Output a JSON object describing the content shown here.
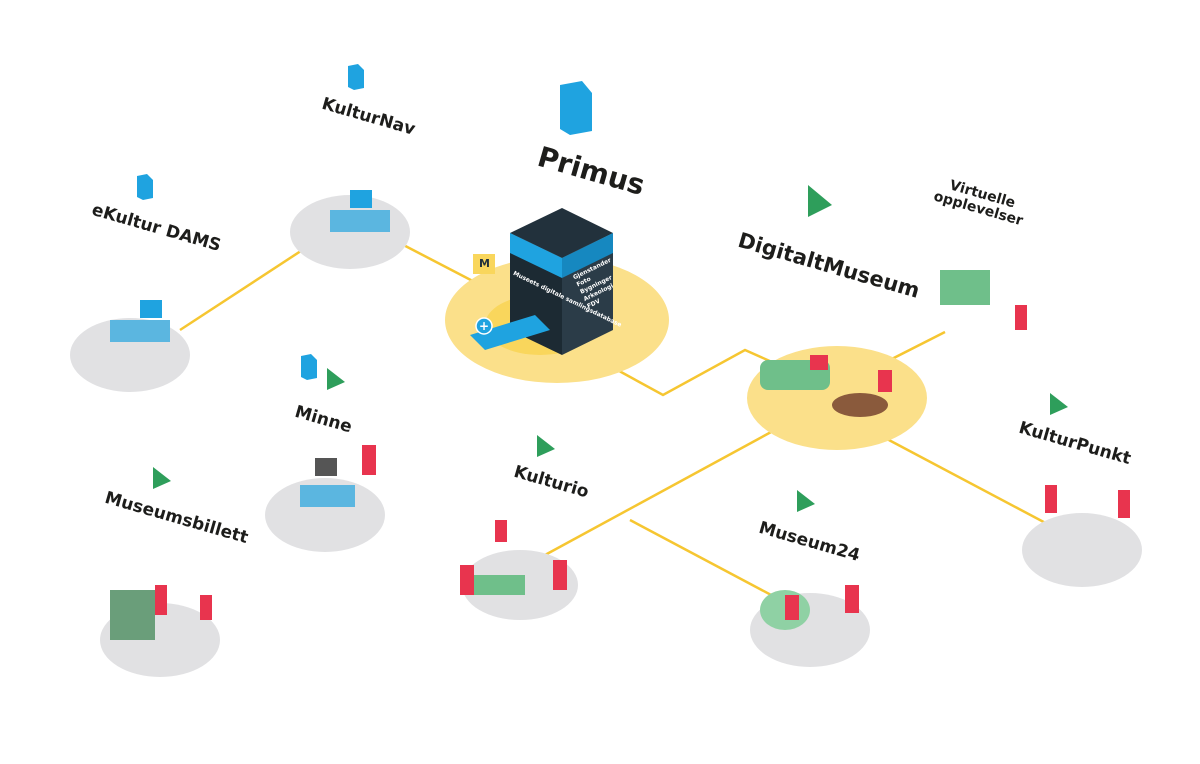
{
  "nodes": {
    "primus": {
      "title": "Primus",
      "box_text": "Museets digitale samlingsdatabase",
      "categories": [
        "Gjenstander",
        "Foto",
        "Bygninger",
        "Arkeologi",
        "FDV"
      ],
      "icon": "M"
    },
    "kulturnav": {
      "title": "KulturNav"
    },
    "ekultur_dams": {
      "title": "eKultur DAMS"
    },
    "digitaltmuseum": {
      "title": "DigitaltMuseum"
    },
    "virtuelle": {
      "title_line1": "Virtuelle",
      "title_line2": "opplevelser"
    },
    "minne": {
      "title": "Minne"
    },
    "kulturio": {
      "title": "Kulturio"
    },
    "kulturpunkt": {
      "title": "KulturPunkt"
    },
    "museum24": {
      "title": "Museum24"
    },
    "museumsbillett": {
      "title": "Museumsbillett"
    }
  },
  "colors": {
    "blue": "#1fa3e0",
    "green": "#2e9e5b",
    "yellow": "#f9d65c",
    "line": "#f6c631",
    "dark": "#22313c",
    "red": "#e8344e",
    "platform": "#e1e1e3"
  }
}
